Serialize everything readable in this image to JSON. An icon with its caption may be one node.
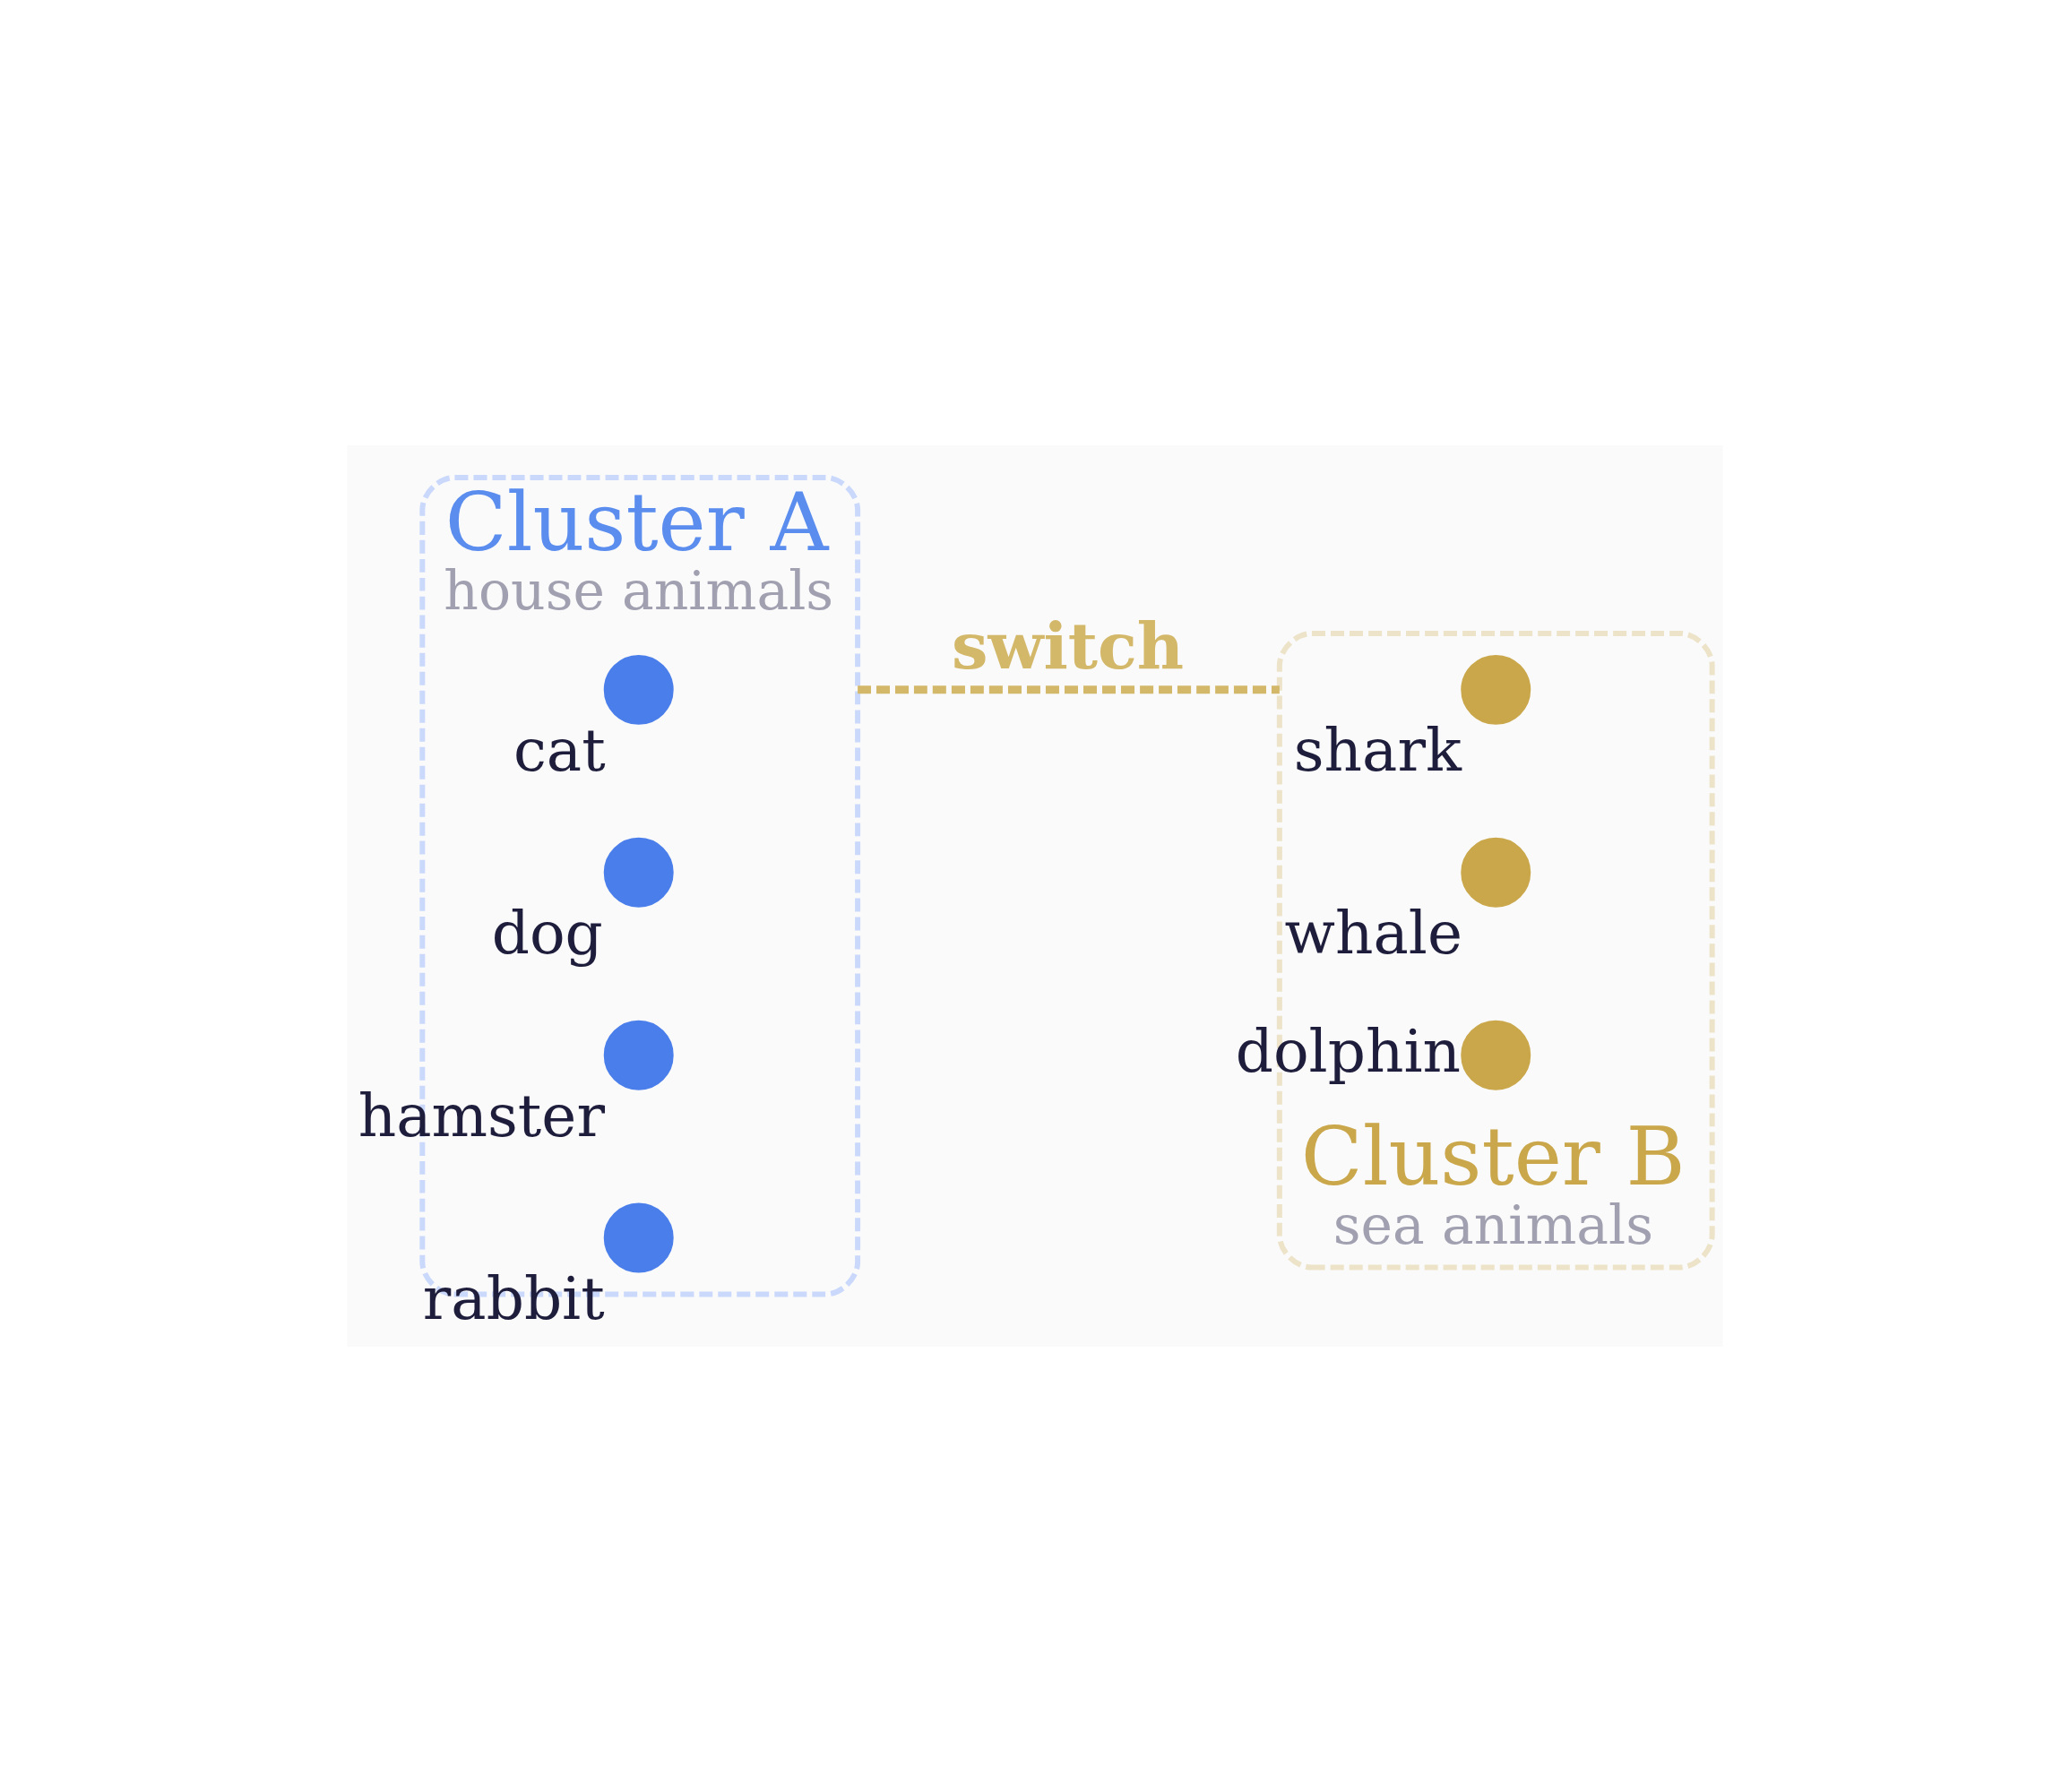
{
  "diagram": {
    "nodes": [
      {
        "text": [
          "Cluster A",
          "house animals"
        ]
      },
      {
        "text": [],
        "shape": "circle",
        "in": 0,
        "beside": [
          "cat"
        ]
      },
      {
        "text": [],
        "shape": "circle",
        "in": 0,
        "beside": [
          "dog"
        ]
      },
      {
        "text": [],
        "shape": "circle",
        "in": 0,
        "beside": [
          "hamster"
        ]
      },
      {
        "text": [],
        "shape": "circle",
        "in": 0,
        "beside": [
          "rabbit"
        ]
      },
      {
        "text": [
          "Cluster B",
          "sea animals"
        ]
      },
      {
        "text": [],
        "shape": "circle",
        "in": 5,
        "beside": [
          "shark"
        ]
      },
      {
        "text": [],
        "shape": "circle",
        "in": 5,
        "beside": [
          "whale"
        ]
      },
      {
        "text": [],
        "shape": "circle",
        "in": 5,
        "beside": [
          "dolphin"
        ]
      }
    ],
    "edges": [
      {
        "from": 0,
        "to": 5,
        "arrow": "none",
        "label": "switch",
        "style": "dashed",
        "color": "#d4b86a"
      }
    ]
  }
}
